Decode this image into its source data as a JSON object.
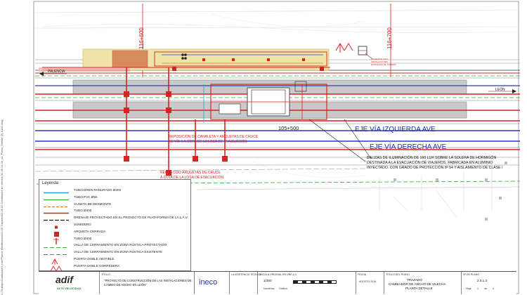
{
  "side_text": "C:\\Trabajo\\Cambiador Leon\\Planos Modificados\\02.05 Trazado\\02.05.01 Cambiador de Vilecha 02.05.01.03_x1_Plano_Detalle (2) E402.dwg",
  "chainages": {
    "pk_left": "116+600",
    "pk_right": "116+700",
    "pk_axis": "105+500"
  },
  "directions": {
    "palencia": "PALENCIA",
    "leon": "LEÓN"
  },
  "axes": {
    "left_track": "EJE VÍA IZQUIERDA AVE",
    "right_track": "EJE VÍA DERECHA AVE"
  },
  "notes": {
    "canaleta": "REPOSICIÓN DE CANALETA Y ARQUETAS DE CRUCE\nDE VÍA 1 A COTA DE LA LOSA DE EVACUACIÓN",
    "recrecido": "RECRECIDO ARQUETAS DE CRUCE\nA COTA DE LA LOSA DE EVACUACIÓN",
    "balizas": "BALIZAS DE ILUMINACIÓN DE 160 LUX SOBRE LA SOLERA DE HORMIGÓN DESTINADA A LA EVACUACIÓN DE VIAJEROS, FABRICADA EN ALUMINIO INYECTADO. CON GRADO DE PROTECCIÓN IP 54 Y AISLAMIENTO DE CLASE I",
    "small_label": "CONEXIÓN CON INSTALACIONES EXISTENTE DE TUBERÍA"
  },
  "legend": {
    "title": "Leyenda",
    "items": [
      {
        "label": "TUBO DREN RANURADO Ø300",
        "symbol": "blue-line"
      },
      {
        "label": "TUBO PVC Ø50",
        "symbol": "green-line"
      },
      {
        "label": "CUNETA DE DESMONTE",
        "symbol": "orange-line"
      },
      {
        "label": "TUBO Ø400",
        "symbol": "red-line"
      },
      {
        "label": "DRENAJE PROYECTADO EN EL PROYECTO DE PLATAFORMA DE LA L.A.V.",
        "symbol": "black-line"
      },
      {
        "label": "SUMIDERO",
        "symbol": "small-red-square"
      },
      {
        "label": "ARQUETA CERRADA",
        "symbol": "red-square"
      },
      {
        "label": "TUBO Ø400",
        "symbol": "red-vertical"
      },
      {
        "label": "VALLA DE CERRAMIENTO EN ZONA RÚSTICA PROYECTADO",
        "symbol": "green-dashed"
      },
      {
        "label": "VALLA DE CERRAMIENTO EN ZONA RÚSTICA EXISTENTE",
        "symbol": "gray-dashed"
      },
      {
        "label": "PUERTA DOBLE ABATIBLE",
        "symbol": "gate-red"
      },
      {
        "label": "PUERTA DOBLE CORREDERA",
        "symbol": "gate-red-2"
      }
    ]
  },
  "title_block": {
    "logo": "adif",
    "logo_sub": "ALTA VELOCIDAD",
    "titulo_label": "TÍTULO",
    "titulo": "\"PROYECTO DE CONSTRUCCIÓN DE LAS INSTALACIONES DE CAMBIO DE ANCHO EN LEÓN\"",
    "ineco": "ineco",
    "asistencia_label": "LA ASISTENCIA TÉCNICA",
    "escala_label": "ESCALA ORIGINAL EN UNE A-3",
    "escala": "1/250",
    "numerica_label": "Numérica",
    "grafica_label": "Gráfica",
    "fecha_label": "FECHA",
    "fecha": "AGOSTO 2016",
    "titulo_plano_label": "TÍTULO DEL PLANO",
    "titulo_plano_1": "TRAZADO",
    "titulo_plano_2": "CAMBIADOR DE ANCHO DE VILECHA",
    "titulo_plano_3": "PLANTA DETALLE",
    "plano_label": "Nº DE PLANO",
    "plano": "2.5.1.3",
    "hoja_label": "Hoja",
    "hoja": "1",
    "de_label": "de",
    "total": "4"
  },
  "colors": {
    "platform": "#c9c9c9",
    "red": "#d42424",
    "blue": "#2a38c8",
    "yellow_strip": "#e8d87a",
    "orange": "#e07a2a",
    "green": "#3aaa3a"
  }
}
